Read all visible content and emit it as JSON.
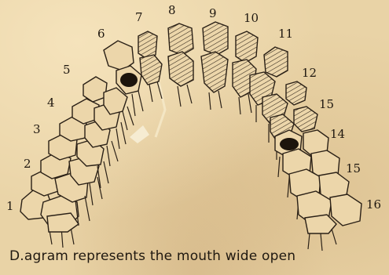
{
  "caption": "D.agram represents the mouth wide open",
  "labels": {
    "n1": "1",
    "n2": "2",
    "n3": "3",
    "n4": "4",
    "n5": "5",
    "n6": "6",
    "n7": "7",
    "n8": "8",
    "n9": "9",
    "n10": "10",
    "n11": "11",
    "n12": "12",
    "n15a": "15",
    "n14": "14",
    "n15b": "15",
    "n16": "16"
  },
  "colors": {
    "paper": "#e9d3a6",
    "ink": "#2a2016"
  }
}
